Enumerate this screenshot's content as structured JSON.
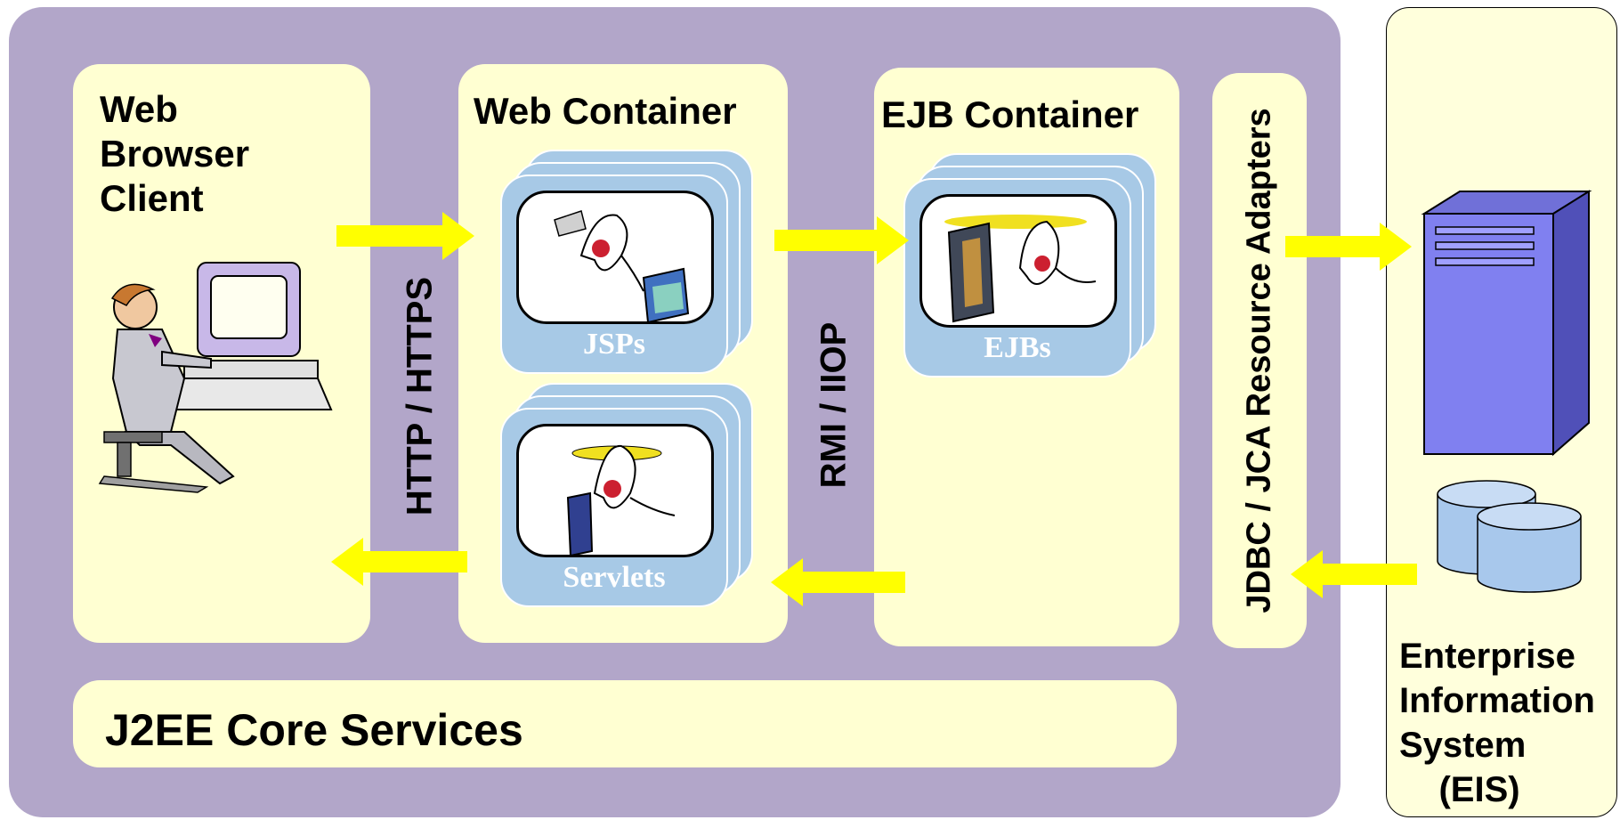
{
  "web_client": {
    "title": "Web\nBrowser\nClient",
    "illustration": "person-at-computer-icon"
  },
  "web_container": {
    "title": "Web Container",
    "components": [
      "JSPs",
      "Servlets"
    ]
  },
  "ejb_container": {
    "title": "EJB Container",
    "components": [
      "EJBs"
    ]
  },
  "adapters": {
    "label": "JDBC / JCA Resource Adapters"
  },
  "protocols": {
    "http": "HTTP / HTTPS",
    "rmi": "RMI / IIOP"
  },
  "core_services": {
    "label": "J2EE Core Services"
  },
  "eis": {
    "title": "Enterprise\nInformation\nSystem\n    (EIS)",
    "icons": [
      "server-icon",
      "database-icon"
    ]
  },
  "colors": {
    "platform": "#b2a6c9",
    "pane": "#ffffd2",
    "arrow": "#ffff00",
    "component": "#a7c9e6",
    "server": "#8080f0"
  }
}
